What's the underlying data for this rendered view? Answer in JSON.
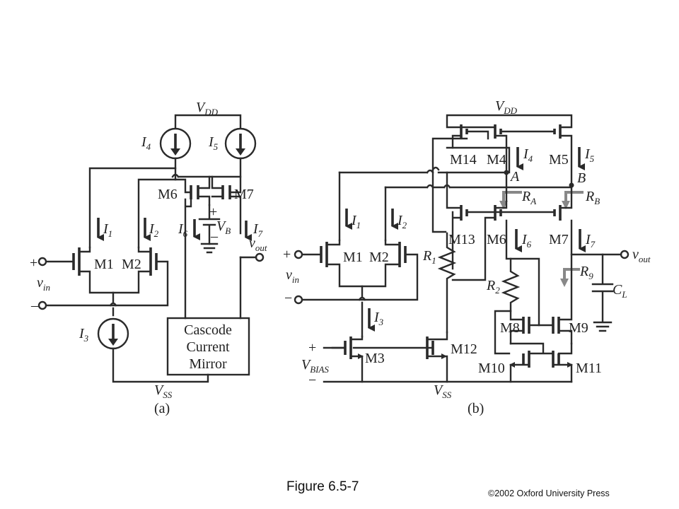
{
  "caption": "Figure 6.5-7",
  "copyright": "©2002 Oxford University Press",
  "circuit_a": {
    "label": "(a)",
    "supply_top": "V",
    "supply_top_sub": "DD",
    "supply_bottom": "V",
    "supply_bottom_sub": "SS",
    "transistors": [
      "M1",
      "M2",
      "M6",
      "M7"
    ],
    "current_sources": [
      {
        "name": "I",
        "sub": "4"
      },
      {
        "name": "I",
        "sub": "5"
      },
      {
        "name": "I",
        "sub": "3"
      }
    ],
    "branch_currents": [
      {
        "name": "I",
        "sub": "1"
      },
      {
        "name": "I",
        "sub": "2"
      },
      {
        "name": "I",
        "sub": "6"
      },
      {
        "name": "I",
        "sub": "7"
      }
    ],
    "bias": {
      "name": "V",
      "sub": "B"
    },
    "input": {
      "name": "v",
      "sub": "in",
      "plus": "+",
      "minus": "–"
    },
    "output": {
      "name": "v",
      "sub": "out"
    },
    "block_lines": [
      "Cascode",
      "Current",
      "Mirror"
    ]
  },
  "circuit_b": {
    "label": "(b)",
    "supply_top": "V",
    "supply_top_sub": "DD",
    "supply_bottom": "V",
    "supply_bottom_sub": "SS",
    "transistors": [
      "M1",
      "M2",
      "M3",
      "M4",
      "M5",
      "M6",
      "M7",
      "M8",
      "M9",
      "M10",
      "M11",
      "M12",
      "M13",
      "M14"
    ],
    "branch_currents": [
      {
        "name": "I",
        "sub": "1"
      },
      {
        "name": "I",
        "sub": "2"
      },
      {
        "name": "I",
        "sub": "3"
      },
      {
        "name": "I",
        "sub": "4"
      },
      {
        "name": "I",
        "sub": "5"
      },
      {
        "name": "I",
        "sub": "6"
      },
      {
        "name": "I",
        "sub": "7"
      }
    ],
    "resistors": [
      {
        "name": "R",
        "sub": "1"
      },
      {
        "name": "R",
        "sub": "2"
      },
      {
        "name": "R",
        "sub": "A"
      },
      {
        "name": "R",
        "sub": "B"
      },
      {
        "name": "R",
        "sub": "9"
      }
    ],
    "capacitor": {
      "name": "C",
      "sub": "L"
    },
    "nodes": [
      "A",
      "B"
    ],
    "input": {
      "name": "v",
      "sub": "in",
      "plus": "+",
      "minus": "−"
    },
    "output": {
      "name": "v",
      "sub": "out"
    },
    "bias": {
      "name": "V",
      "sub": "BIAS",
      "plus": "+",
      "minus": "−"
    }
  }
}
